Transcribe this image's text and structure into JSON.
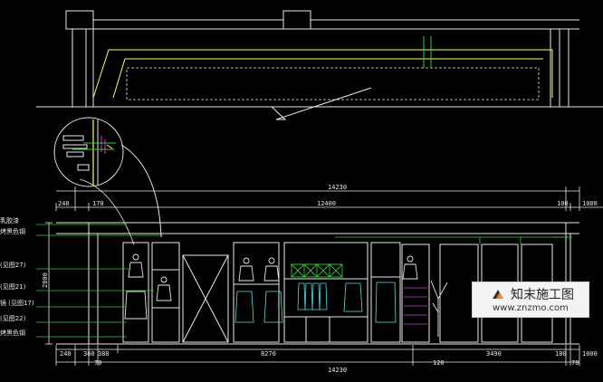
{
  "drawing": {
    "dims_top": {
      "overall": "14230",
      "left_margin": "240",
      "segment_a": "170",
      "middle": "12400",
      "segment_b": "100",
      "right_margin": "1000"
    },
    "dims_bottom": {
      "left_margin": "240",
      "seg1": "360",
      "seg2": "380",
      "middle": "8270",
      "right_mid": "3490",
      "seg_r1": "100",
      "right_margin": "1000",
      "overall": "14230",
      "sub_left": "70",
      "sub_mid": "120",
      "sub_right": "70"
    },
    "height_dim": "2800",
    "callouts": [
      "乳胶漆",
      "烤黑色钢",
      "(见图27)",
      "(见图21)",
      "镜 (见图17)",
      "(见图22)",
      "烤黑色钢"
    ]
  },
  "watermark": {
    "brand": "知末施工图",
    "url": "www.znzmo.com"
  },
  "colors": {
    "background": "#000000",
    "line_white": "#e8e8e8",
    "line_yellow": "#ffff55",
    "line_green": "#33cc33",
    "line_cyan": "#55dddd",
    "line_magenta": "#cc44cc"
  }
}
